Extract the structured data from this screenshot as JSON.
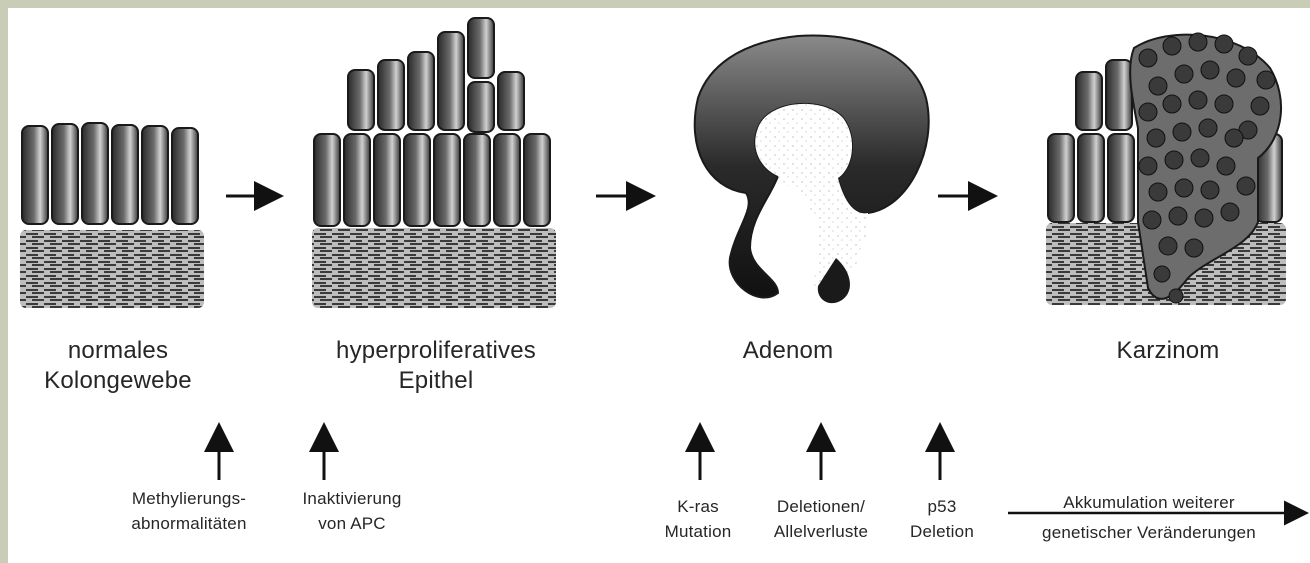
{
  "stages": [
    {
      "id": "normal",
      "line1": "normales",
      "line2": "Kolongewebe"
    },
    {
      "id": "hyper",
      "line1": "hyperproliferatives",
      "line2": "Epithel"
    },
    {
      "id": "adenom",
      "line1": "Adenom"
    },
    {
      "id": "karzinom",
      "line1": "Karzinom"
    }
  ],
  "causes": [
    {
      "id": "methylation",
      "line1": "Methylierungs-",
      "line2": "abnormalitäten"
    },
    {
      "id": "apc",
      "line1": "Inaktivierung",
      "line2": "von APC"
    },
    {
      "id": "kras",
      "line1": "K-ras",
      "line2": "Mutation"
    },
    {
      "id": "deletions",
      "line1": "Deletionen/",
      "line2": "Allelverluste"
    },
    {
      "id": "p53",
      "line1": "p53",
      "line2": "Deletion"
    },
    {
      "id": "accumulation",
      "line1": "Akkumulation weiterer",
      "line2": "genetischer Veränderungen"
    }
  ],
  "colors": {
    "frame": "#c9cdb8",
    "ink": "#262626",
    "cell_dark": "#2e2e2e",
    "cell_light": "#d8d8d8"
  }
}
